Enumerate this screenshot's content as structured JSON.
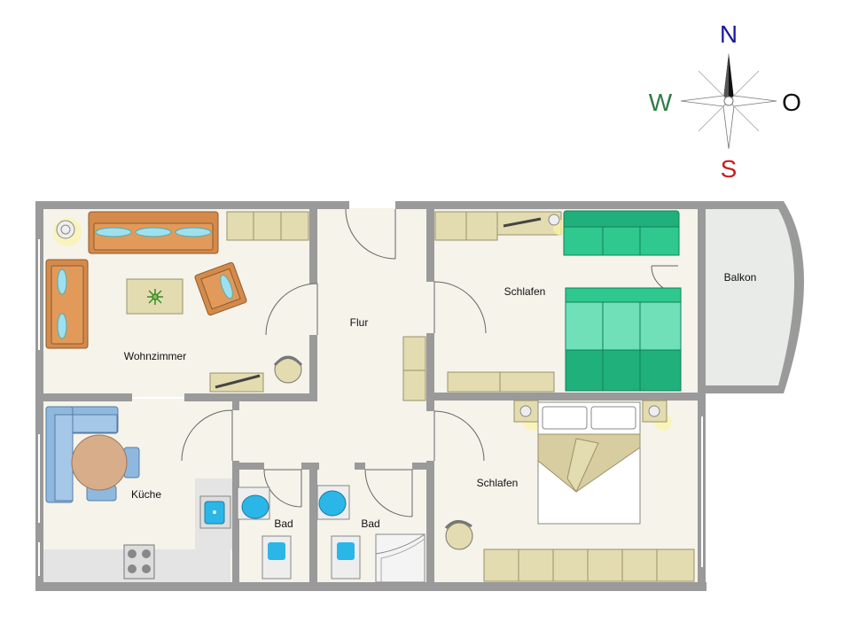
{
  "compass": {
    "north": "N",
    "west": "W",
    "east": "O",
    "south": "S",
    "colors": {
      "north": "#1a1aa0",
      "west": "#2e7d46",
      "east": "#111111",
      "south": "#c81e1e"
    }
  },
  "rooms": {
    "living": "Wohnzimmer",
    "hall": "Flur",
    "bedroom_top": "Schlafen",
    "bedroom_bottom": "Schlafen",
    "balcony": "Balkon",
    "kitchen": "Küche",
    "bath_1": "Bad",
    "bath_2": "Bad"
  },
  "colors": {
    "wall": "#9a9a9a",
    "floor": "#f5f3ea",
    "sofa": "#d58a4a",
    "green_sofa": "#2fc88e",
    "cabinet": "#e3dcb0",
    "blue_furniture": "#8fb8de",
    "table": "#d7ad8a",
    "water": "#2bb6e8",
    "bedcover": "#d8cda0"
  }
}
